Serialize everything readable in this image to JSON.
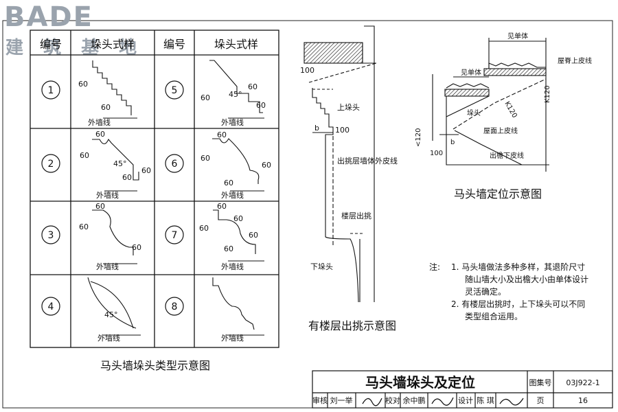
{
  "watermark": {
    "brand": "BADE",
    "tagline": "建 筑 基 地"
  },
  "table": {
    "headers": [
      "编号",
      "垛头式样",
      "编号",
      "垛头式样"
    ],
    "rows": [
      {
        "left_no": "1",
        "right_no": "5"
      },
      {
        "left_no": "2",
        "right_no": "6"
      },
      {
        "left_no": "3",
        "right_no": "7"
      },
      {
        "left_no": "4",
        "right_no": "8"
      }
    ],
    "outer_wall_label": "外墙线",
    "caption": "马头墙垛头类型示意图"
  },
  "dims": {
    "d60": "60",
    "d45": "45°",
    "d100": "100",
    "b": "b",
    "k120": "K120",
    "lt120": "<120"
  },
  "middle": {
    "upper_head": "上垛头",
    "outer_skin": "出挑层墙体外皮线",
    "floor_overhang": "楼层出挑",
    "lower_head": "下垛头",
    "caption": "有楼层出挑示意图"
  },
  "right": {
    "per_design_top": "见单体",
    "per_design": "见单体",
    "ridge_line": "屋脊上皮线",
    "wall_head": "垛头",
    "roof_line": "屋面上皮线",
    "eave_line": "出檐下皮线",
    "caption": "马头墙定位示意图"
  },
  "notes": {
    "label": "注:",
    "items": [
      "1. 马头墙做法多种多样，其退阶尺寸",
      "随山墙大小及出檐大小由单体设计",
      "灵活确定。",
      "2. 有楼层出挑时，上下垛头可以不同",
      "类型组合运用。"
    ]
  },
  "title_block": {
    "title": "马头墙垛头及定位",
    "atlas_label": "图集号",
    "atlas_no": "03J922-1",
    "review_label": "审核",
    "reviewer": "刘一举",
    "check_label": "校对",
    "checker": "余中鹏",
    "design_label": "设计",
    "designer": "陈 琪",
    "page_label": "页",
    "page_no": "16"
  }
}
